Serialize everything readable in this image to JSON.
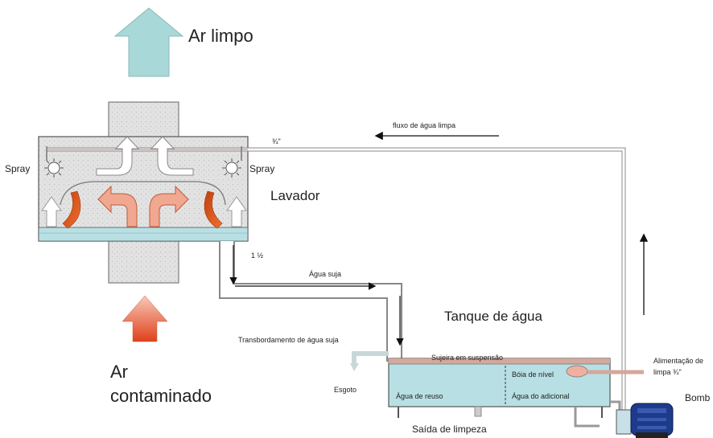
{
  "labels": {
    "clean_air": "Ar limpo",
    "contaminated_air_line1": "Ar",
    "contaminated_air_line2": "contaminado",
    "washer": "Lavador",
    "spray_left": "Spray",
    "spray_right": "Spray",
    "clean_water_flow": "fluxo de água limpa",
    "pipe_size_top": "¾\"",
    "pipe_size_drain": "1 ½",
    "dirty_water": "Água suja",
    "water_tank": "Tanque  de água",
    "dirty_water_overflow": "Transbordamento de água suja",
    "suspended_dirt": "Sujeira em suspensão",
    "level_float": "Bóia  de  nível",
    "sewer": "Esgoto",
    "reuse_water": "Água de reuso",
    "additional_water": "Água do adicional",
    "clean_feed_line1": "Alimentação de",
    "clean_feed_line2": "limpa ¾\"",
    "pump": "Bomb",
    "cleaning_outlet": "Saída de limpeza"
  },
  "colors": {
    "arrow_teal": "#a8d8d8",
    "arrow_red": "#e85a30",
    "water": "#b8e0e4",
    "dirt_layer": "#d4a89c",
    "housing_fill": "#e4e4e4",
    "pump_blue": "#1e3a8a"
  }
}
